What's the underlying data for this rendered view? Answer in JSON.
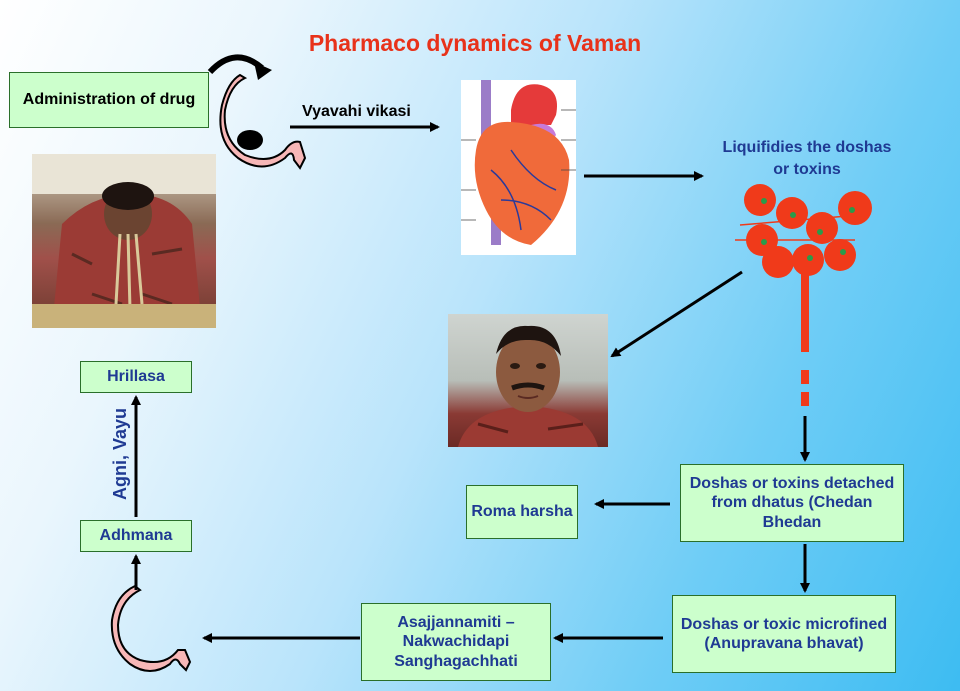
{
  "title": "Pharmaco dynamics of Vaman",
  "boxes": {
    "administration": "Administration of drug",
    "hrillasa": "Hrillasa",
    "adhmana": "Adhmana",
    "roma_harsha": "Roma harsha",
    "doshas_detached": "Doshas or toxins detached from dhatus (Chedan Bhedan",
    "doshas_microfined": "Doshas or toxic microfined (Anupravana bhavat)",
    "asajjannamiti": "Asajjannamiti – Nakwachidapi Sanghagachhati"
  },
  "labels": {
    "vyavahi": "Vyavahi vikasi",
    "liquifies": "Liquifidies the doshas or toxins",
    "agni_vayu": "Agni, Vayu"
  },
  "colors": {
    "title": "#e8321a",
    "box_fill": "#ccffcc",
    "blue_text": "#1f3a93",
    "cell_red": "#f03a1a",
    "stomach": "#f7b7b7"
  }
}
